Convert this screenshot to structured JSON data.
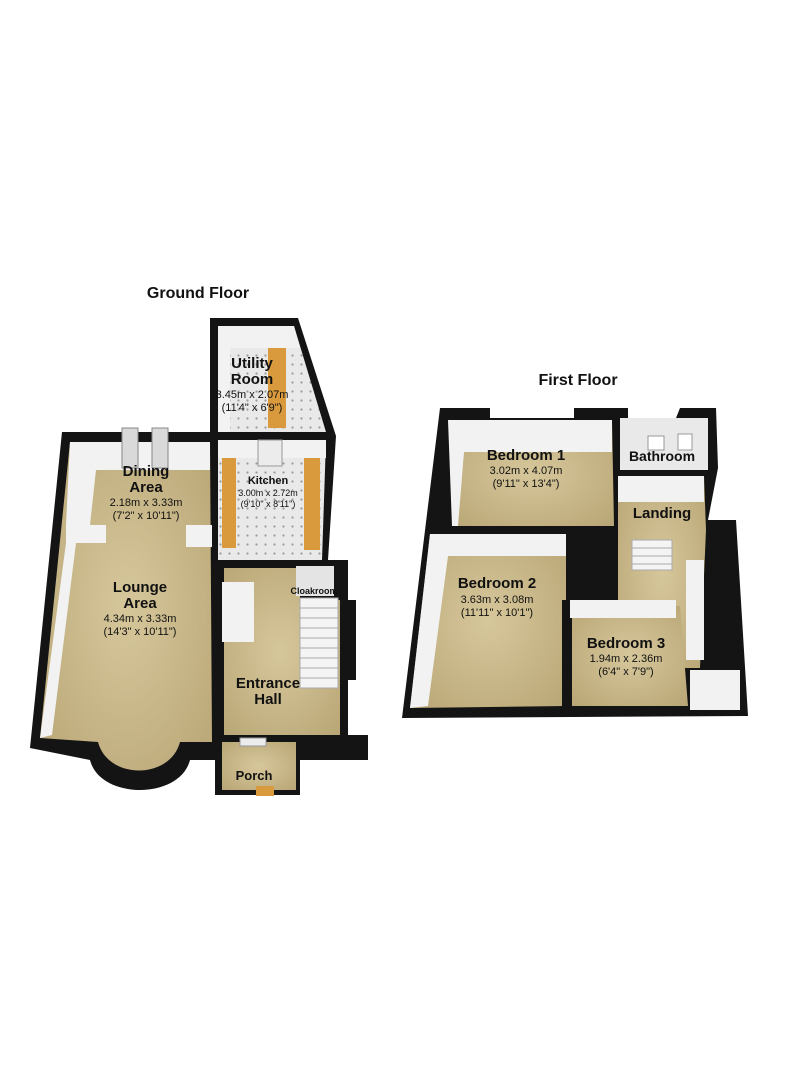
{
  "floors": [
    {
      "title": "Ground Floor",
      "rooms": {
        "utility": {
          "name_l1": "Utility",
          "name_l2": "Room",
          "dim_m": "3.45m x 2.07m",
          "dim_ft": "(11'4\" x 6'9\")"
        },
        "dining": {
          "name_l1": "Dining",
          "name_l2": "Area",
          "dim_m": "2.18m x 3.33m",
          "dim_ft": "(7'2\" x 10'11\")"
        },
        "kitchen": {
          "name": "Kitchen",
          "dim_m": "3.00m x 2.72m",
          "dim_ft": "(9'10\" x 8'11\")"
        },
        "lounge": {
          "name_l1": "Lounge",
          "name_l2": "Area",
          "dim_m": "4.34m x 3.33m",
          "dim_ft": "(14'3\" x 10'11\")"
        },
        "cloakroom": {
          "name": "Cloakroom"
        },
        "hall": {
          "name_l1": "Entrance",
          "name_l2": "Hall"
        },
        "porch": {
          "name": "Porch"
        }
      }
    },
    {
      "title": "First Floor",
      "rooms": {
        "bedroom1": {
          "name": "Bedroom 1",
          "dim_m": "3.02m x 4.07m",
          "dim_ft": "(9'11\" x 13'4\")"
        },
        "bathroom": {
          "name": "Bathroom"
        },
        "landing": {
          "name": "Landing"
        },
        "bedroom2": {
          "name": "Bedroom 2",
          "dim_m": "3.63m x 3.08m",
          "dim_ft": "(11'11\" x 10'1\")"
        },
        "bedroom3": {
          "name": "Bedroom 3",
          "dim_m": "1.94m x 2.36m",
          "dim_ft": "(6'4\" x 7'9\")"
        }
      }
    }
  ],
  "colors": {
    "wall": "#141414",
    "carpet": "#c9b98a",
    "tile": "#e6e6e6",
    "worktop": "#d89a3c",
    "inner_wall": "#f2f2f2"
  }
}
